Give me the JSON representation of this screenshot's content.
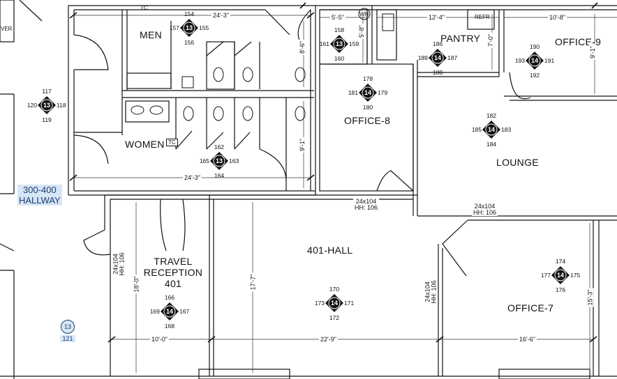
{
  "rooms": {
    "men": "MEN",
    "women": "WOMEN",
    "pantry": "PANTRY",
    "office9": "OFFICE-9",
    "office8": "OFFICE-8",
    "lounge": "LOUNGE",
    "hall": "401-HALL",
    "office7": "OFFICE-7",
    "travel_reception": [
      "TRAVEL",
      "RECEPTION",
      "401"
    ],
    "hallway": [
      "300-400",
      "HALLWAY"
    ]
  },
  "fixtures": {
    "tc_top": "TC",
    "tc_women": "TC",
    "refr": "REFR",
    "wh": "WH",
    "ver": "VER"
  },
  "dimensions": {
    "men_width": "24'-3\"",
    "corridor_a": "5'-5\"",
    "pantry_width": "12'-4\"",
    "office9_width": "10'-8\"",
    "women_width": "24'-3\"",
    "closet_v1": "8'-6\"",
    "closet_v2": "5'-8\"",
    "pantry_v": "7'-0\"",
    "office9_v": "9'-1\"",
    "women_v": "9'-1\"",
    "hh_a": [
      "24x104",
      "HH: 106"
    ],
    "hh_b": [
      "24x104",
      "HH: 106"
    ],
    "hh_c": [
      "24x104",
      "HH: 106"
    ],
    "hh_d": [
      "24x104",
      "HH: 106"
    ],
    "reception_v": "18'-0\"",
    "hall_v": "17'-7\"",
    "office7_v": "15'-3\"",
    "bottom_a": "10'-0\"",
    "bottom_b": "22'-9\"",
    "bottom_c": "16'-6\""
  },
  "markers": [
    {
      "id": "m-men",
      "num": "13",
      "top": "154",
      "left": "157",
      "right": "155",
      "bottom": "156"
    },
    {
      "id": "m-hall-left",
      "num": "13",
      "top": "117",
      "left": "120",
      "right": "118",
      "bottom": "119"
    },
    {
      "id": "m-closet",
      "num": "13",
      "top": "158",
      "left": "161",
      "right": "159",
      "bottom": "160"
    },
    {
      "id": "m-pantry",
      "num": "14",
      "top": "186",
      "left": "189",
      "right": "187",
      "bottom": "188"
    },
    {
      "id": "m-office9",
      "num": "14",
      "top": "190",
      "left": "193",
      "right": "191",
      "bottom": "192"
    },
    {
      "id": "m-office8",
      "num": "14",
      "top": "178",
      "left": "181",
      "right": "179",
      "bottom": "180"
    },
    {
      "id": "m-lounge",
      "num": "14",
      "top": "182",
      "left": "185",
      "right": "183",
      "bottom": "184"
    },
    {
      "id": "m-women",
      "num": "13",
      "top": "162",
      "left": "165",
      "right": "163",
      "bottom": "164"
    },
    {
      "id": "m-reception",
      "num": "14",
      "top": "166",
      "left": "169",
      "right": "167",
      "bottom": "168"
    },
    {
      "id": "m-hall",
      "num": "14",
      "top": "170",
      "left": "173",
      "right": "171",
      "bottom": "172"
    },
    {
      "id": "m-office7",
      "num": "14",
      "top": "174",
      "left": "177",
      "right": "175",
      "bottom": "176"
    }
  ],
  "pin": {
    "num": "13",
    "label": "121"
  }
}
